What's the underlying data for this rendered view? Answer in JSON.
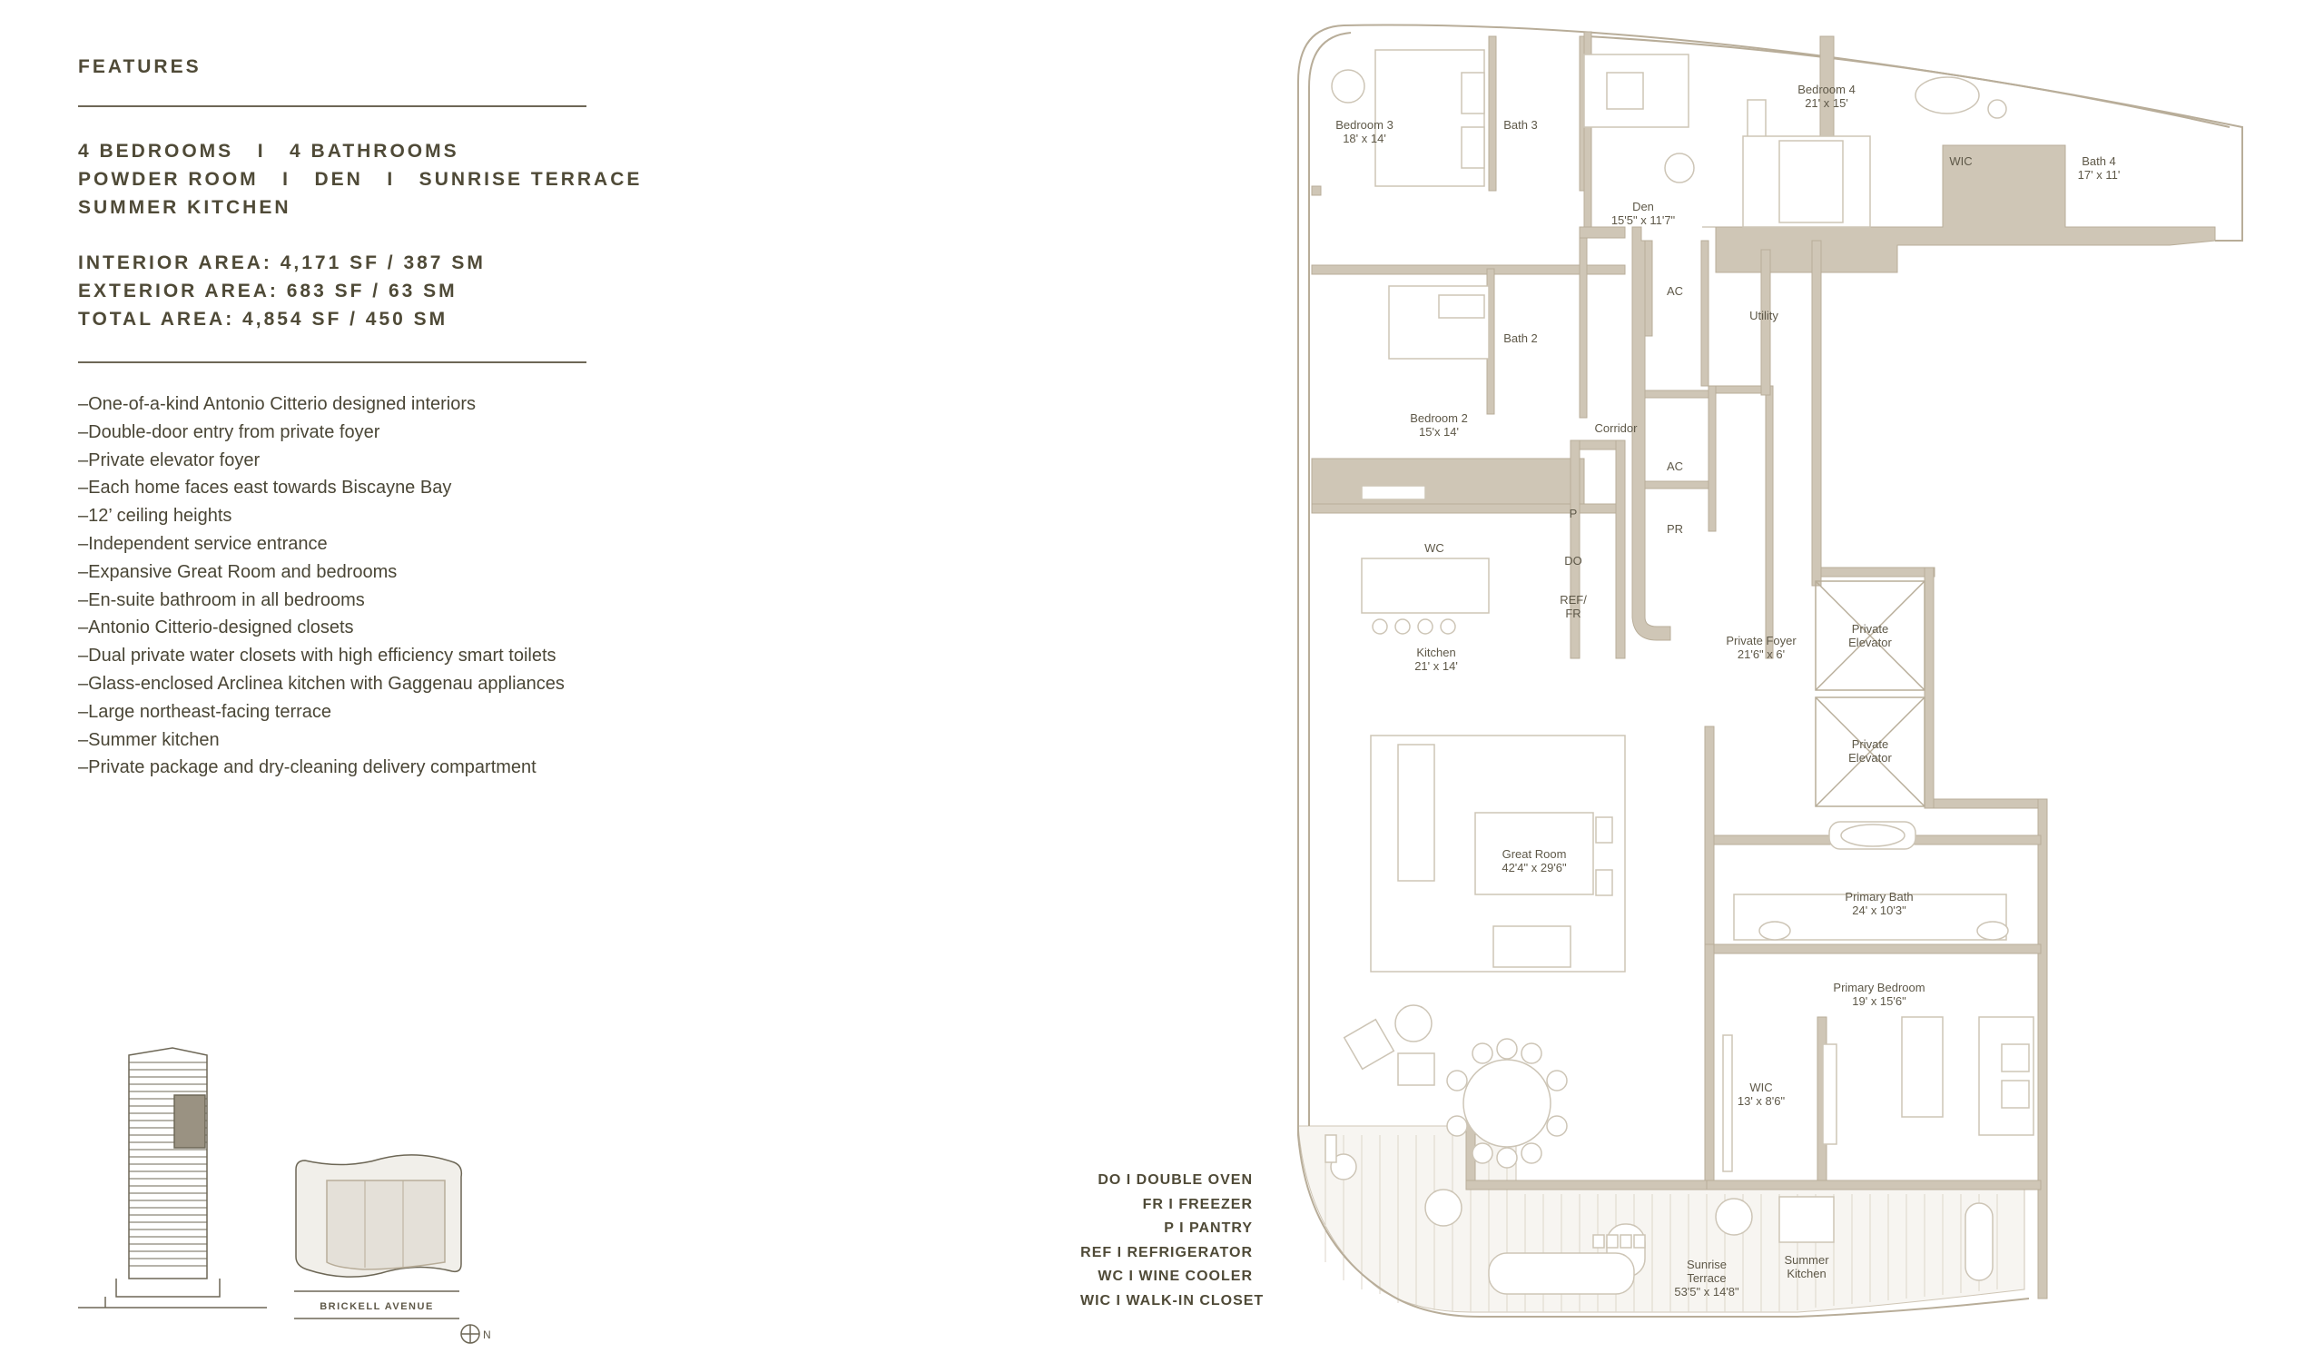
{
  "features": {
    "title": "FEATURES",
    "specs": [
      "4 BEDROOMS   I   4 BATHROOMS",
      "POWDER ROOM   I   DEN   I   SUNRISE TERRACE",
      "SUMMER KITCHEN"
    ],
    "areas": [
      "INTERIOR AREA: 4,171 SF / 387 SM",
      "EXTERIOR AREA: 683 SF / 63 SM",
      "TOTAL AREA: 4,854 SF / 450 SM"
    ],
    "list": [
      "–One-of-a-kind Antonio Citterio designed interiors",
      "–Double-door entry from private foyer",
      "–Private elevator foyer",
      "–Each home faces east towards Biscayne Bay",
      "–12’ ceiling heights",
      "–Independent service entrance",
      "–Expansive Great Room and bedrooms",
      "–En-suite bathroom in all bedrooms",
      "–Antonio Citterio-designed closets",
      "–Dual private water closets with high efficiency smart toilets",
      "–Glass-enclosed Arclinea kitchen with Gaggenau appliances",
      "–Large northeast-facing terrace",
      "–Summer kitchen",
      "–Private package and dry-cleaning delivery compartment"
    ]
  },
  "keyplan": {
    "street": "BRICKELL AVENUE",
    "north": "N"
  },
  "legend": [
    "DO I DOUBLE OVEN",
    "FR I FREEZER",
    "P I PANTRY",
    "REF I REFRIGERATOR",
    "WC I WINE COOLER",
    "WIC I WALK-IN CLOSET"
  ],
  "rooms": {
    "bedroom3": {
      "name": "Bedroom 3",
      "dim": "18' x 14'"
    },
    "bath3": {
      "name": "Bath 3"
    },
    "den": {
      "name": "Den",
      "dim": "15'5\" x 11'7\""
    },
    "bedroom4": {
      "name": "Bedroom 4",
      "dim": "21' x 15'"
    },
    "wic_top": {
      "name": "WIC"
    },
    "bath4": {
      "name": "Bath 4",
      "dim": "17' x 11'"
    },
    "ac1": {
      "name": "AC"
    },
    "utility": {
      "name": "Utility"
    },
    "bath2": {
      "name": "Bath 2"
    },
    "bedroom2": {
      "name": "Bedroom 2",
      "dim": "15'x 14'"
    },
    "corridor": {
      "name": "Corridor"
    },
    "ac2": {
      "name": "AC"
    },
    "pr": {
      "name": "PR"
    },
    "wc": {
      "name": "WC"
    },
    "p": {
      "name": "P"
    },
    "do": {
      "name": "DO"
    },
    "ref": {
      "name": "REF/",
      "name2": "FR"
    },
    "kitchen": {
      "name": "Kitchen",
      "dim": "21' x 14'"
    },
    "private_foyer": {
      "name": "Private Foyer",
      "dim": "21'6\" x 6'"
    },
    "elevator1": {
      "name": "Private",
      "name2": "Elevator"
    },
    "elevator2": {
      "name": "Private",
      "name2": "Elevator"
    },
    "great_room": {
      "name": "Great Room",
      "dim": "42'4\" x 29'6\""
    },
    "primary_bath": {
      "name": "Primary Bath",
      "dim": "24' x 10'3\""
    },
    "primary_bedroom": {
      "name": "Primary Bedroom",
      "dim": "19' x 15'6\""
    },
    "wic_primary": {
      "name": "WIC",
      "dim": "13' x 8'6\""
    },
    "sunrise_terrace": {
      "name": "Sunrise",
      "name2": "Terrace",
      "dim": "53'5\" x 14'8\""
    },
    "summer_kitchen": {
      "name": "Summer",
      "name2": "Kitchen"
    }
  },
  "colors": {
    "wall": "#cfc6b6",
    "wall_stroke": "#b8ad99",
    "furniture": "#cdc5b6",
    "text": "#4f4a37"
  }
}
